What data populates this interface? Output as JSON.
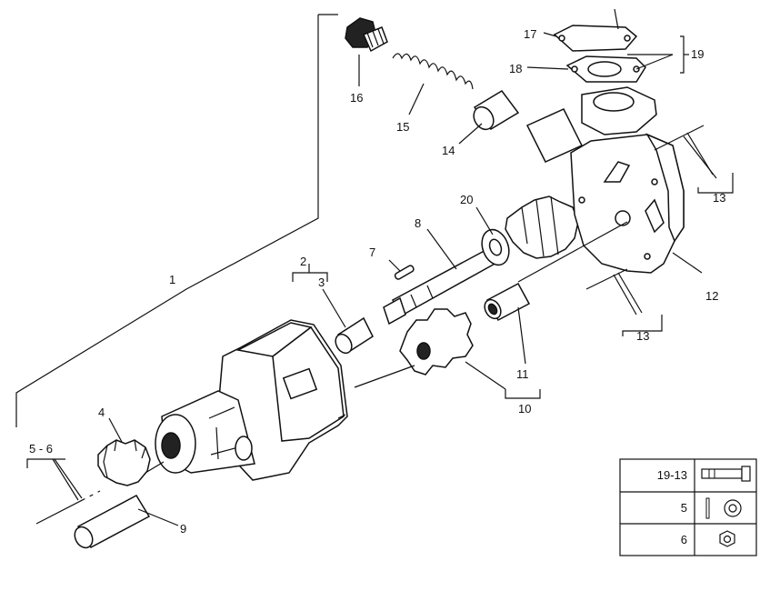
{
  "callouts": {
    "c1": "1",
    "c2": "2",
    "c3": "3",
    "c4": "4",
    "c5_6": "5 - 6",
    "c7": "7",
    "c8": "8",
    "c9": "9",
    "c10": "10",
    "c11": "11",
    "c12": "12",
    "c13a": "13",
    "c13b": "13",
    "c14": "14",
    "c15": "15",
    "c16": "16",
    "c17": "17",
    "c18": "18",
    "c19": "19",
    "c20": "20"
  },
  "legend": {
    "rows": [
      {
        "label": "19-13",
        "icon": "bolt-icon"
      },
      {
        "label": "5",
        "icon": "pin-washer-icon"
      },
      {
        "label": "6",
        "icon": "nut-icon"
      }
    ]
  }
}
